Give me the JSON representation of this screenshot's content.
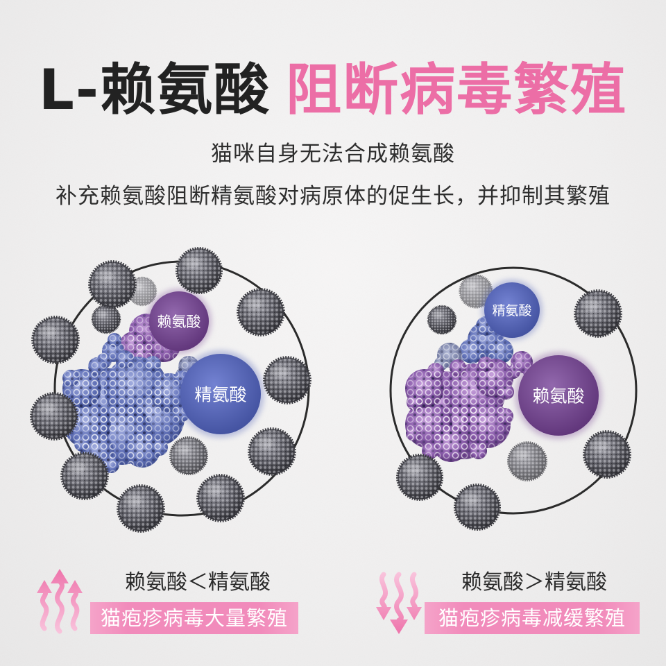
{
  "title": {
    "prefix": "L-赖氨酸",
    "headline": "阻断病毒繁殖"
  },
  "subtitle": {
    "line1": "猫咪自身无法合成赖氨酸",
    "line2": "补充赖氨酸阻断精氨酸对病原体的促生长，并抑制其繁殖"
  },
  "diagrams": [
    {
      "lysine_label": "赖氨酸",
      "arginine_label": "精氨酸",
      "relation": "赖氨酸＜精氨酸",
      "result": "猫疱疹病毒大量繁殖",
      "trend_icon": "up-arrows-icon"
    },
    {
      "lysine_label": "赖氨酸",
      "arginine_label": "精氨酸",
      "relation": "赖氨酸＞精氨酸",
      "result": "猫疱疹病毒减缓繁殖",
      "trend_icon": "down-arrows-icon"
    }
  ],
  "icons": {
    "particle": "virus-icon",
    "cluster": "virus-cluster-icon"
  },
  "colors": {
    "title_dark": "#222222",
    "accent_pink": "#ec6ea6",
    "lysine_purple": "#5f3479",
    "arginine_blue": "#42519f",
    "banner_pink": "#f18bbb",
    "arrow_pink": "#ee74ab"
  }
}
